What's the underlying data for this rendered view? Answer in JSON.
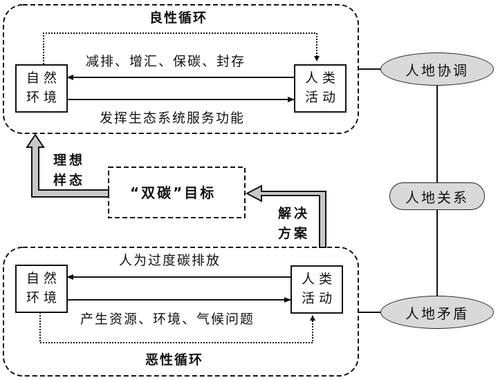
{
  "virtuous_cycle": {
    "title": "良性循环",
    "nature_box": [
      "自然",
      "环境"
    ],
    "human_box": [
      "人类",
      "活动"
    ],
    "arrow_to_nature_label": "减排、增汇、保碳、封存",
    "arrow_to_human_label": "发挥生态系统服务功能"
  },
  "vicious_cycle": {
    "title": "恶性循环",
    "nature_box": [
      "自然",
      "环境"
    ],
    "human_box": [
      "人类",
      "活动"
    ],
    "arrow_to_nature_label": "人为过度碳排放",
    "arrow_to_human_label": "产生资源、环境、气候问题"
  },
  "goal_box": "“双碳”目标",
  "ideal_state_label": [
    "理想",
    "样态"
  ],
  "solution_label": [
    "解决",
    "方案"
  ],
  "right_nodes": {
    "harmony": "人地协调",
    "relation": "人地关系",
    "conflict": "人地矛盾"
  },
  "colors": {
    "stroke": "#111111",
    "node_fill": "#d9d9d9",
    "thick_arrow_fill": "#c8c8c8"
  }
}
